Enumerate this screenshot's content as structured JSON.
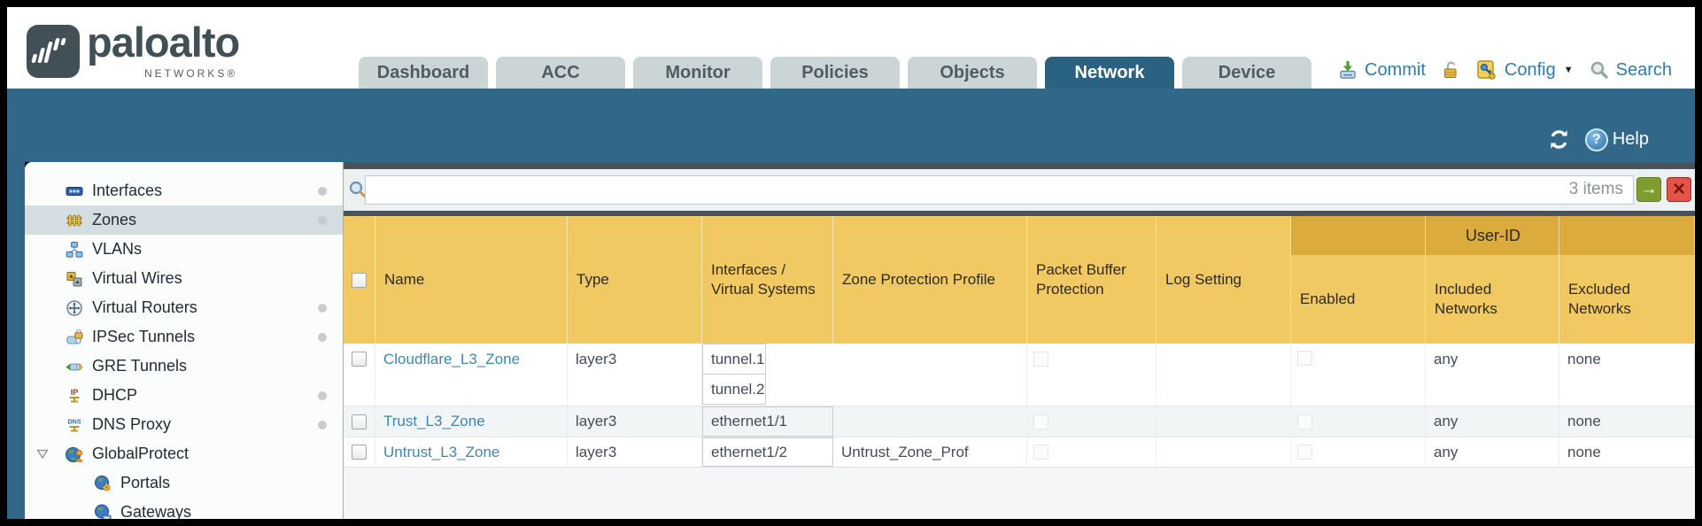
{
  "brand": {
    "logo_word": "paloalto",
    "logo_sub": "NETWORKS®"
  },
  "nav": {
    "tabs": [
      {
        "label": "Dashboard",
        "active": false
      },
      {
        "label": "ACC",
        "active": false
      },
      {
        "label": "Monitor",
        "active": false
      },
      {
        "label": "Policies",
        "active": false
      },
      {
        "label": "Objects",
        "active": false
      },
      {
        "label": "Network",
        "active": true
      },
      {
        "label": "Device",
        "active": false
      }
    ],
    "actions": {
      "commit": "Commit",
      "config": "Config",
      "search": "Search",
      "caret": "▼"
    }
  },
  "header_bar": {
    "help_label": "Help",
    "help_glyph": "?"
  },
  "sidebar": {
    "items": [
      {
        "label": "Interfaces"
      },
      {
        "label": "Zones"
      },
      {
        "label": "VLANs"
      },
      {
        "label": "Virtual Wires"
      },
      {
        "label": "Virtual Routers"
      },
      {
        "label": "IPSec Tunnels"
      },
      {
        "label": "GRE Tunnels"
      },
      {
        "label": "DHCP"
      },
      {
        "label": "DNS Proxy"
      },
      {
        "label": "GlobalProtect"
      },
      {
        "label": "Portals"
      },
      {
        "label": "Gateways"
      }
    ],
    "icon_glyphs": {
      "dhcp": "IP",
      "dns": "DNS"
    }
  },
  "toolbar": {
    "filter_value": "",
    "items_count": "3 items",
    "apply_glyph": "→",
    "clear_glyph": "×"
  },
  "table": {
    "group_header": "User-ID",
    "columns": [
      "Name",
      "Type",
      "Interfaces / Virtual Systems",
      "Zone Protection Profile",
      "Packet Buffer Protection",
      "Log Setting",
      "Enabled",
      "Included Networks",
      "Excluded Networks"
    ],
    "rows": [
      {
        "name": "Cloudflare_L3_Zone",
        "type": "layer3",
        "interfaces": [
          "tunnel.1",
          "tunnel.2"
        ],
        "zone_protection_profile": "",
        "log_setting": "",
        "included": "any",
        "excluded": "none"
      },
      {
        "name": "Trust_L3_Zone",
        "type": "layer3",
        "interfaces": [
          "ethernet1/1"
        ],
        "zone_protection_profile": "",
        "log_setting": "",
        "included": "any",
        "excluded": "none"
      },
      {
        "name": "Untrust_L3_Zone",
        "type": "layer3",
        "interfaces": [
          "ethernet1/2"
        ],
        "zone_protection_profile": "Untrust_Zone_Prof",
        "log_setting": "",
        "included": "any",
        "excluded": "none"
      }
    ]
  },
  "colors": {
    "teal_band": "#31688a",
    "active_tab": "#2b6181",
    "inactive_tab": "#ccd5d6",
    "table_header_gold": "#f1c963",
    "userid_band_gold": "#dcab3e",
    "link_blue": "#3e87ae",
    "action_blue": "#2e7cb0",
    "alt_row": "#f2f5f6",
    "apply_green": "#7f9d2e",
    "clear_red": "#e2544a"
  }
}
